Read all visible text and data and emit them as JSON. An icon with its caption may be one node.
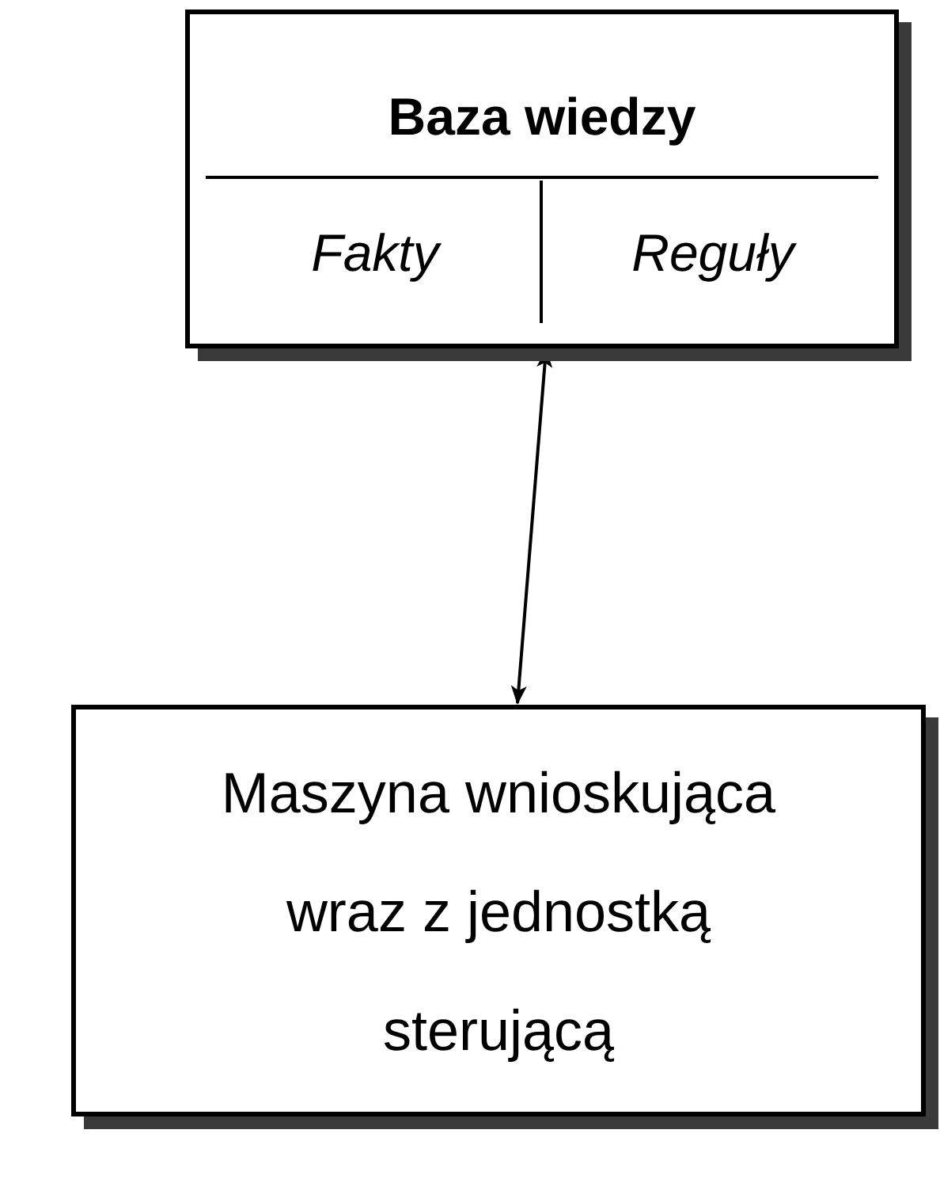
{
  "diagram": {
    "nodes": [
      {
        "text": [
          "Baza wiedzy"
        ]
      },
      {
        "text": [
          "Fakty"
        ],
        "in": 0
      },
      {
        "text": [
          "Reguły"
        ],
        "in": 0
      },
      {
        "text": [
          "Maszyna wnioskująca wraz z jednostką sterującą"
        ]
      }
    ],
    "edges": [
      {
        "from": 3,
        "to": 0,
        "arrow": "both"
      }
    ]
  }
}
